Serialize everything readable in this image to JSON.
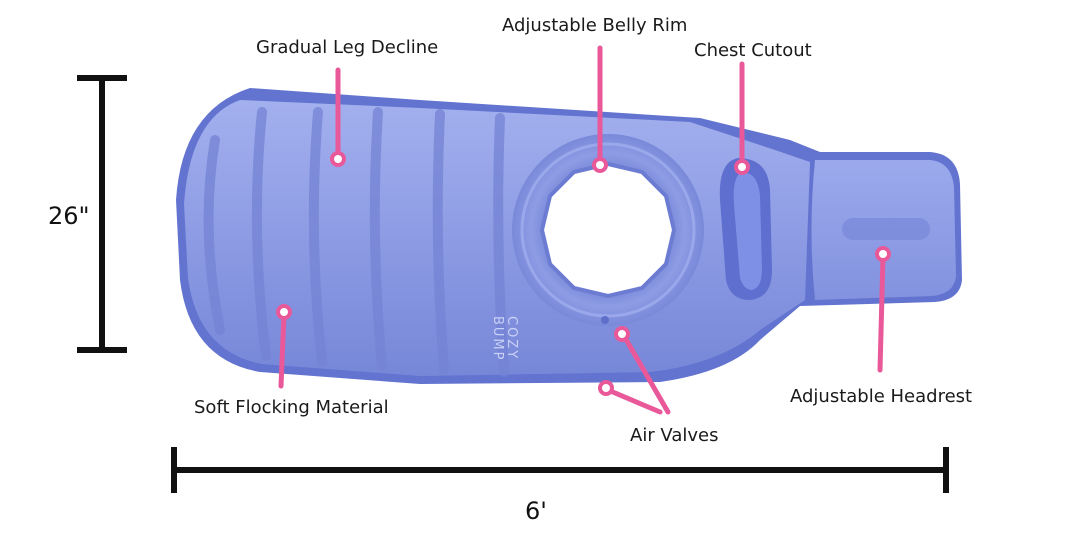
{
  "callouts": {
    "gradual_leg_decline": "Gradual Leg Decline",
    "adjustable_belly_rim": "Adjustable Belly Rim",
    "chest_cutout": "Chest Cutout",
    "adjustable_headrest": "Adjustable Headrest",
    "soft_flocking_material": "Soft Flocking Material",
    "air_valves": "Air Valves"
  },
  "dimensions": {
    "height": "26\"",
    "length": "6'"
  },
  "product_logo": {
    "line1": "COZY",
    "line2": "BUMP"
  },
  "colors": {
    "pad_blue": "#8f9ee6",
    "pad_dark": "#6f80d6",
    "callout_pink": "#e9599a",
    "dimension_line": "#111111"
  }
}
